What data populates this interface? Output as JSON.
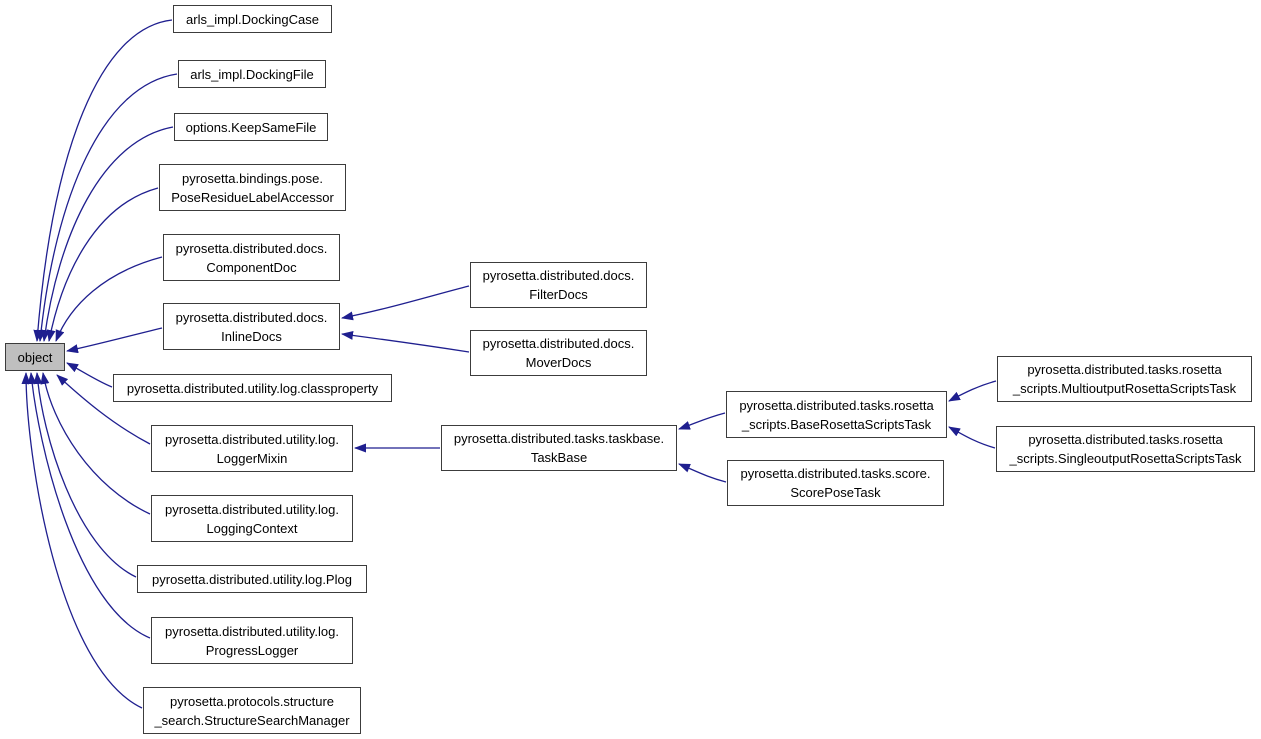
{
  "diagram": {
    "type": "inheritance-graph",
    "background_color": "#ffffff",
    "edge_color": "#1f1f8f",
    "box_border_color": "#3c3c3c",
    "box_fill_color": "#ffffff",
    "root_box_fill_color": "#bfbfbf",
    "text_color": "#000000",
    "nodes": [
      {
        "id": "object",
        "label": "object",
        "lines": [
          "object"
        ],
        "root": true
      },
      {
        "id": "arls_impl.DockingCase",
        "label": "arls_impl.DockingCase",
        "lines": [
          "arls_impl.DockingCase"
        ]
      },
      {
        "id": "arls_impl.DockingFile",
        "label": "arls_impl.DockingFile",
        "lines": [
          "arls_impl.DockingFile"
        ]
      },
      {
        "id": "options.KeepSameFile",
        "label": "options.KeepSameFile",
        "lines": [
          "options.KeepSameFile"
        ]
      },
      {
        "id": "pyrosetta.bindings.pose.PoseResidueLabelAccessor",
        "label": "pyrosetta.bindings.pose.PoseResidueLabelAccessor",
        "lines": [
          "pyrosetta.bindings.pose.",
          "PoseResidueLabelAccessor"
        ]
      },
      {
        "id": "pyrosetta.distributed.docs.ComponentDoc",
        "label": "pyrosetta.distributed.docs.ComponentDoc",
        "lines": [
          "pyrosetta.distributed.docs.",
          "ComponentDoc"
        ]
      },
      {
        "id": "pyrosetta.distributed.docs.InlineDocs",
        "label": "pyrosetta.distributed.docs.InlineDocs",
        "lines": [
          "pyrosetta.distributed.docs.",
          "InlineDocs"
        ]
      },
      {
        "id": "pyrosetta.distributed.utility.log.classproperty",
        "label": "pyrosetta.distributed.utility.log.classproperty",
        "lines": [
          "pyrosetta.distributed.utility.log.classproperty"
        ]
      },
      {
        "id": "pyrosetta.distributed.utility.log.LoggerMixin",
        "label": "pyrosetta.distributed.utility.log.LoggerMixin",
        "lines": [
          "pyrosetta.distributed.utility.log.",
          "LoggerMixin"
        ]
      },
      {
        "id": "pyrosetta.distributed.utility.log.LoggingContext",
        "label": "pyrosetta.distributed.utility.log.LoggingContext",
        "lines": [
          "pyrosetta.distributed.utility.log.",
          "LoggingContext"
        ]
      },
      {
        "id": "pyrosetta.distributed.utility.log.Plog",
        "label": "pyrosetta.distributed.utility.log.Plog",
        "lines": [
          "pyrosetta.distributed.utility.log.Plog"
        ]
      },
      {
        "id": "pyrosetta.distributed.utility.log.ProgressLogger",
        "label": "pyrosetta.distributed.utility.log.ProgressLogger",
        "lines": [
          "pyrosetta.distributed.utility.log.",
          "ProgressLogger"
        ]
      },
      {
        "id": "pyrosetta.protocols.structure_search.StructureSearchManager",
        "label": "pyrosetta.protocols.structure_search.StructureSearchManager",
        "lines": [
          "pyrosetta.protocols.structure",
          "_search.StructureSearchManager"
        ]
      },
      {
        "id": "pyrosetta.distributed.docs.FilterDocs",
        "label": "pyrosetta.distributed.docs.FilterDocs",
        "lines": [
          "pyrosetta.distributed.docs.",
          "FilterDocs"
        ]
      },
      {
        "id": "pyrosetta.distributed.docs.MoverDocs",
        "label": "pyrosetta.distributed.docs.MoverDocs",
        "lines": [
          "pyrosetta.distributed.docs.",
          "MoverDocs"
        ]
      },
      {
        "id": "pyrosetta.distributed.tasks.taskbase.TaskBase",
        "label": "pyrosetta.distributed.tasks.taskbase.TaskBase",
        "lines": [
          "pyrosetta.distributed.tasks.taskbase.",
          "TaskBase"
        ]
      },
      {
        "id": "pyrosetta.distributed.tasks.rosetta_scripts.BaseRosettaScriptsTask",
        "label": "pyrosetta.distributed.tasks.rosetta_scripts.BaseRosettaScriptsTask",
        "lines": [
          "pyrosetta.distributed.tasks.rosetta",
          "_scripts.BaseRosettaScriptsTask"
        ]
      },
      {
        "id": "pyrosetta.distributed.tasks.score.ScorePoseTask",
        "label": "pyrosetta.distributed.tasks.score.ScorePoseTask",
        "lines": [
          "pyrosetta.distributed.tasks.score.",
          "ScorePoseTask"
        ]
      },
      {
        "id": "pyrosetta.distributed.tasks.rosetta_scripts.MultioutputRosettaScriptsTask",
        "label": "pyrosetta.distributed.tasks.rosetta_scripts.MultioutputRosettaScriptsTask",
        "lines": [
          "pyrosetta.distributed.tasks.rosetta",
          "_scripts.MultioutputRosettaScriptsTask"
        ]
      },
      {
        "id": "pyrosetta.distributed.tasks.rosetta_scripts.SingleoutputRosettaScriptsTask",
        "label": "pyrosetta.distributed.tasks.rosetta_scripts.SingleoutputRosettaScriptsTask",
        "lines": [
          "pyrosetta.distributed.tasks.rosetta",
          "_scripts.SingleoutputRosettaScriptsTask"
        ]
      }
    ],
    "edges": [
      {
        "from": "arls_impl.DockingCase",
        "to": "object"
      },
      {
        "from": "arls_impl.DockingFile",
        "to": "object"
      },
      {
        "from": "options.KeepSameFile",
        "to": "object"
      },
      {
        "from": "pyrosetta.bindings.pose.PoseResidueLabelAccessor",
        "to": "object"
      },
      {
        "from": "pyrosetta.distributed.docs.ComponentDoc",
        "to": "object"
      },
      {
        "from": "pyrosetta.distributed.docs.InlineDocs",
        "to": "object"
      },
      {
        "from": "pyrosetta.distributed.utility.log.classproperty",
        "to": "object"
      },
      {
        "from": "pyrosetta.distributed.utility.log.LoggerMixin",
        "to": "object"
      },
      {
        "from": "pyrosetta.distributed.utility.log.LoggingContext",
        "to": "object"
      },
      {
        "from": "pyrosetta.distributed.utility.log.Plog",
        "to": "object"
      },
      {
        "from": "pyrosetta.distributed.utility.log.ProgressLogger",
        "to": "object"
      },
      {
        "from": "pyrosetta.protocols.structure_search.StructureSearchManager",
        "to": "object"
      },
      {
        "from": "pyrosetta.distributed.docs.FilterDocs",
        "to": "pyrosetta.distributed.docs.InlineDocs"
      },
      {
        "from": "pyrosetta.distributed.docs.MoverDocs",
        "to": "pyrosetta.distributed.docs.InlineDocs"
      },
      {
        "from": "pyrosetta.distributed.tasks.taskbase.TaskBase",
        "to": "pyrosetta.distributed.utility.log.LoggerMixin"
      },
      {
        "from": "pyrosetta.distributed.tasks.rosetta_scripts.BaseRosettaScriptsTask",
        "to": "pyrosetta.distributed.tasks.taskbase.TaskBase"
      },
      {
        "from": "pyrosetta.distributed.tasks.score.ScorePoseTask",
        "to": "pyrosetta.distributed.tasks.taskbase.TaskBase"
      },
      {
        "from": "pyrosetta.distributed.tasks.rosetta_scripts.MultioutputRosettaScriptsTask",
        "to": "pyrosetta.distributed.tasks.rosetta_scripts.BaseRosettaScriptsTask"
      },
      {
        "from": "pyrosetta.distributed.tasks.rosetta_scripts.SingleoutputRosettaScriptsTask",
        "to": "pyrosetta.distributed.tasks.rosetta_scripts.BaseRosettaScriptsTask"
      }
    ]
  }
}
